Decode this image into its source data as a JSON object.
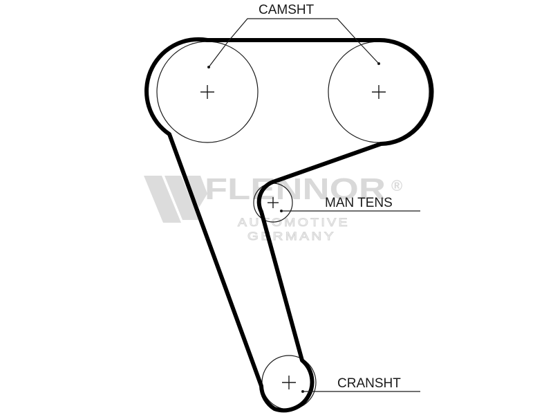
{
  "labels": {
    "camshaft": "CAMSHT",
    "tensioner": "MAN TENS",
    "crankshaft": "CRANSHT"
  },
  "watermark": {
    "brand": "FLENNOR",
    "registered": "®",
    "line1": "AUTOMOTIVE",
    "line2": "GERMANY"
  },
  "colors": {
    "belt": "#000000",
    "line": "#1a1a1a",
    "watermark": "#d9d9d9"
  }
}
